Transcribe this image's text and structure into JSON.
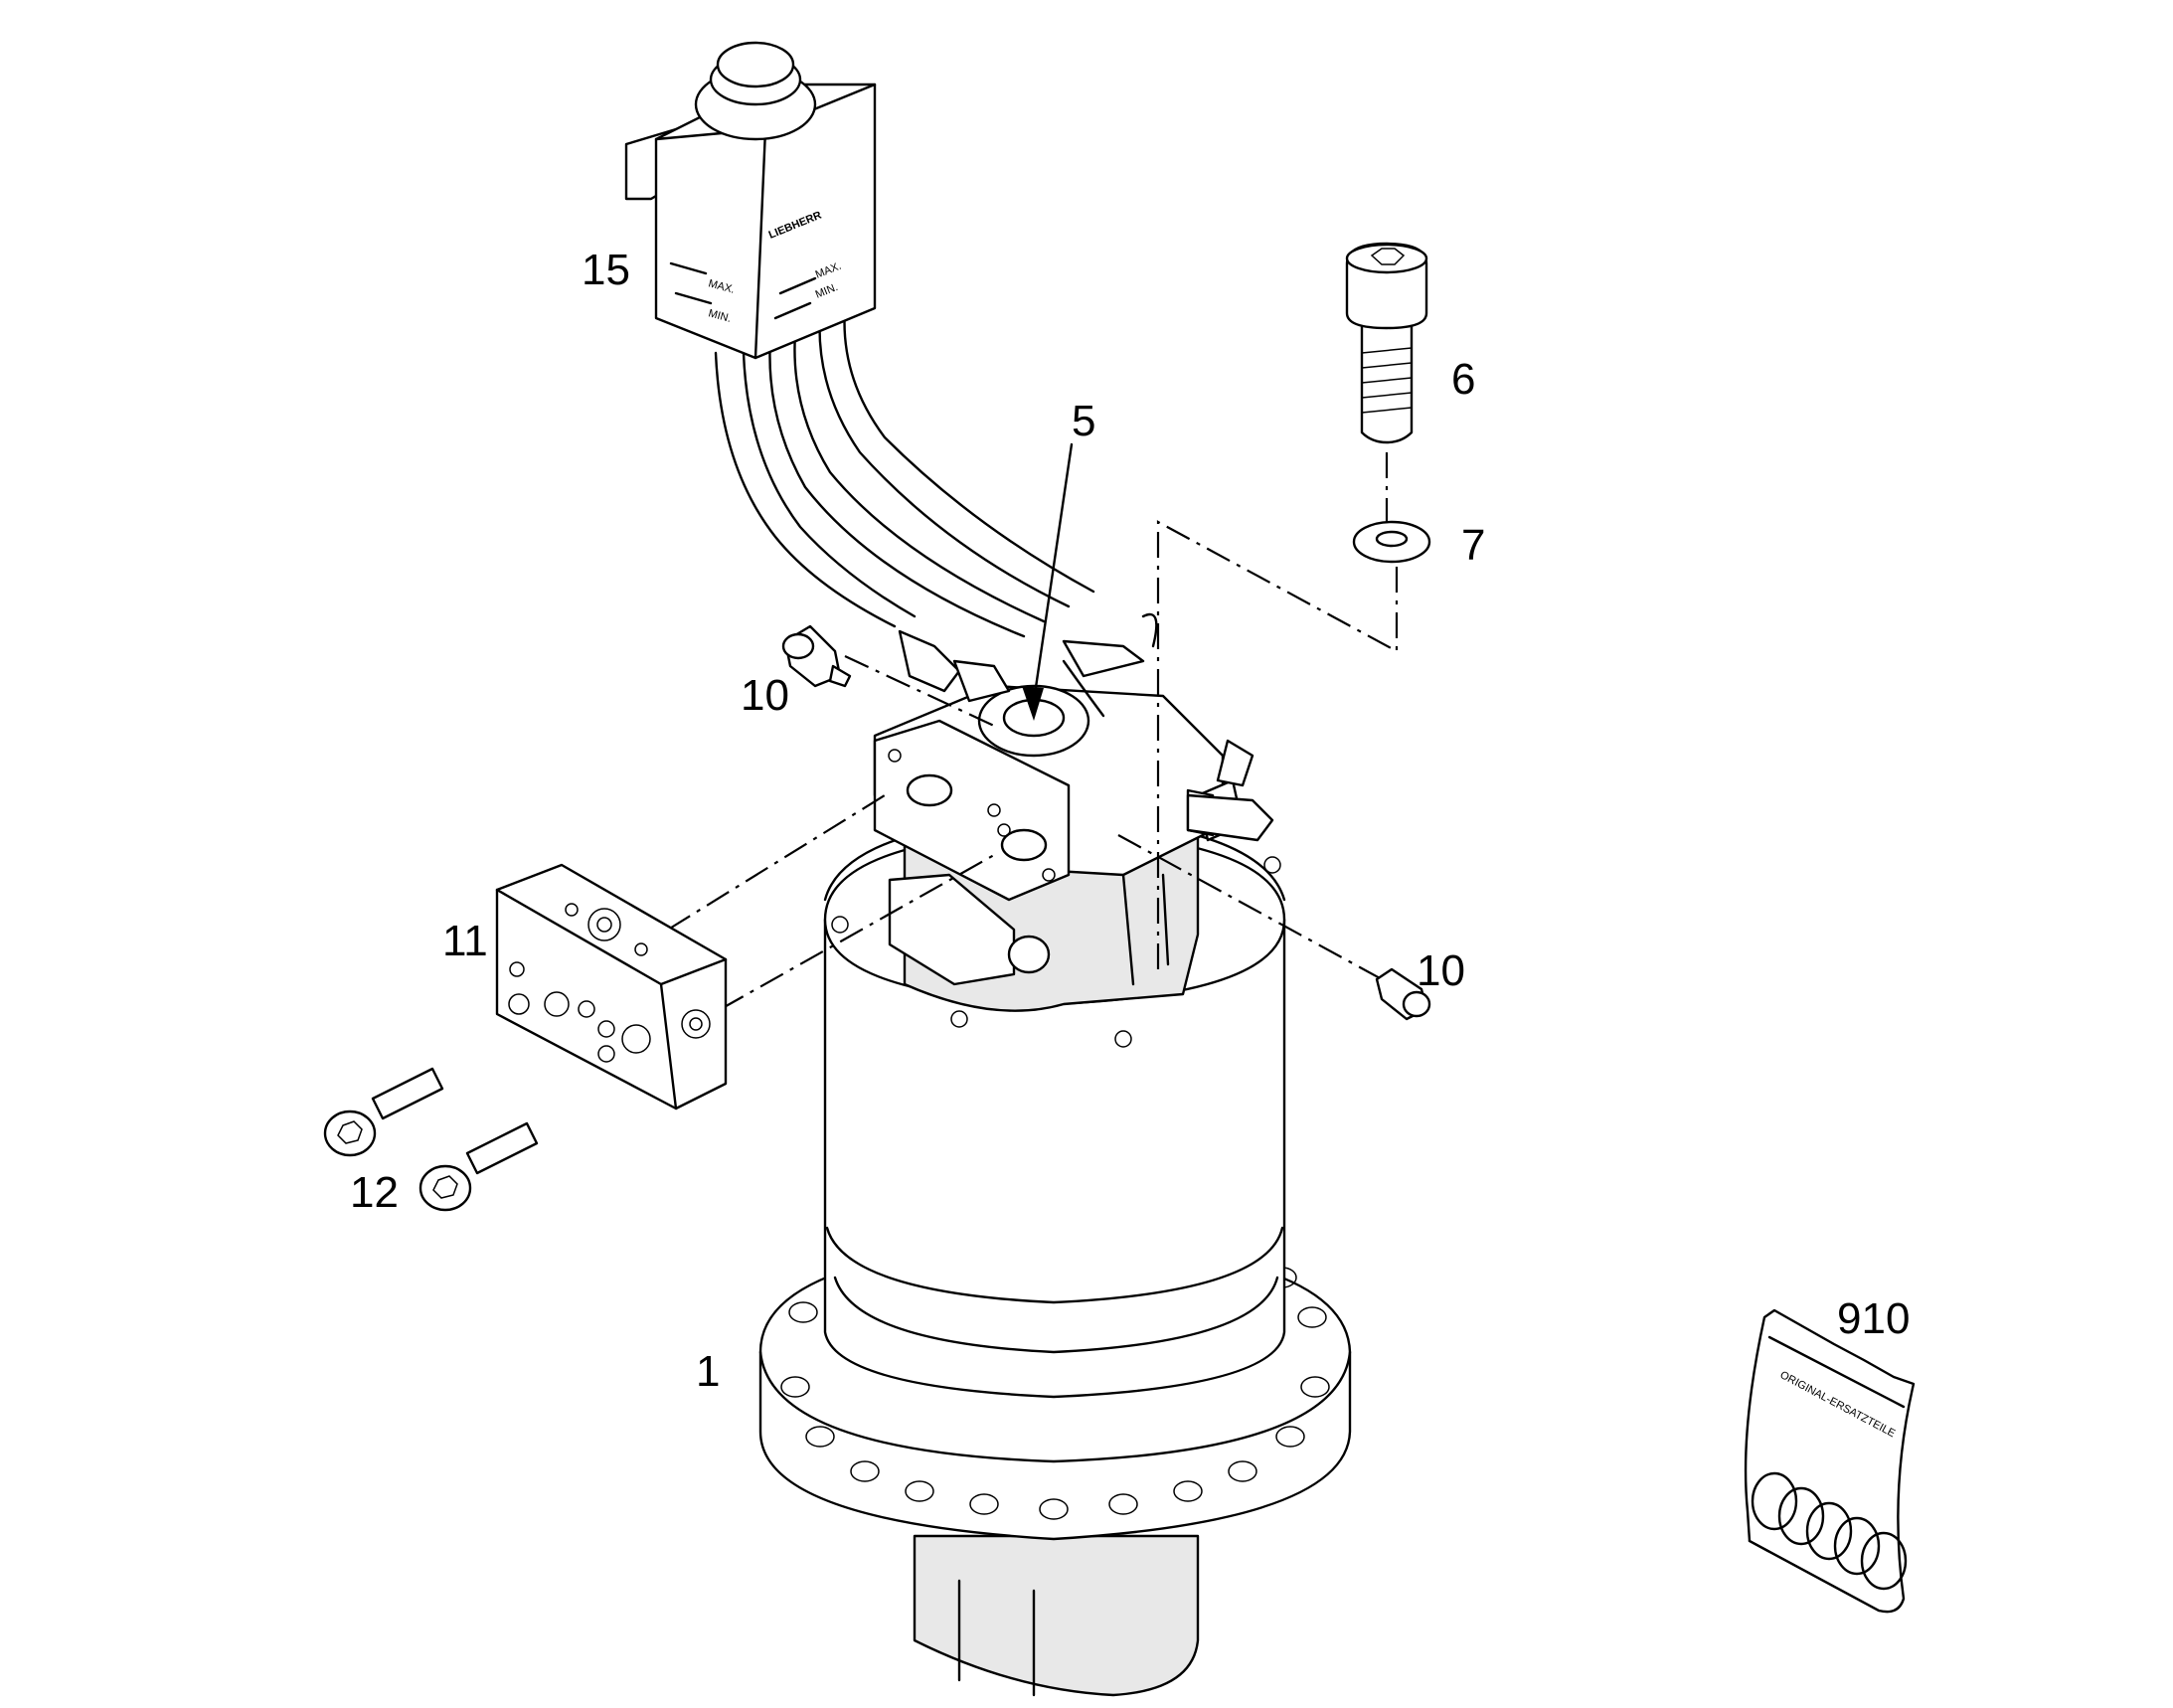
{
  "callouts": [
    {
      "id": "part-1",
      "label": "1"
    },
    {
      "id": "part-5",
      "label": "5"
    },
    {
      "id": "part-6",
      "label": "6"
    },
    {
      "id": "part-7",
      "label": "7"
    },
    {
      "id": "part-10a",
      "label": "10"
    },
    {
      "id": "part-10b",
      "label": "10"
    },
    {
      "id": "part-11",
      "label": "11"
    },
    {
      "id": "part-12",
      "label": "12"
    },
    {
      "id": "part-15",
      "label": "15"
    },
    {
      "id": "part-910",
      "label": "910"
    }
  ],
  "reservoir": {
    "mark_max": "MAX.",
    "mark_min": "MIN.",
    "brand": "LIEBHERR"
  },
  "seal_bag": {
    "print": "ORIGINAL-ERSATZTEILE"
  }
}
